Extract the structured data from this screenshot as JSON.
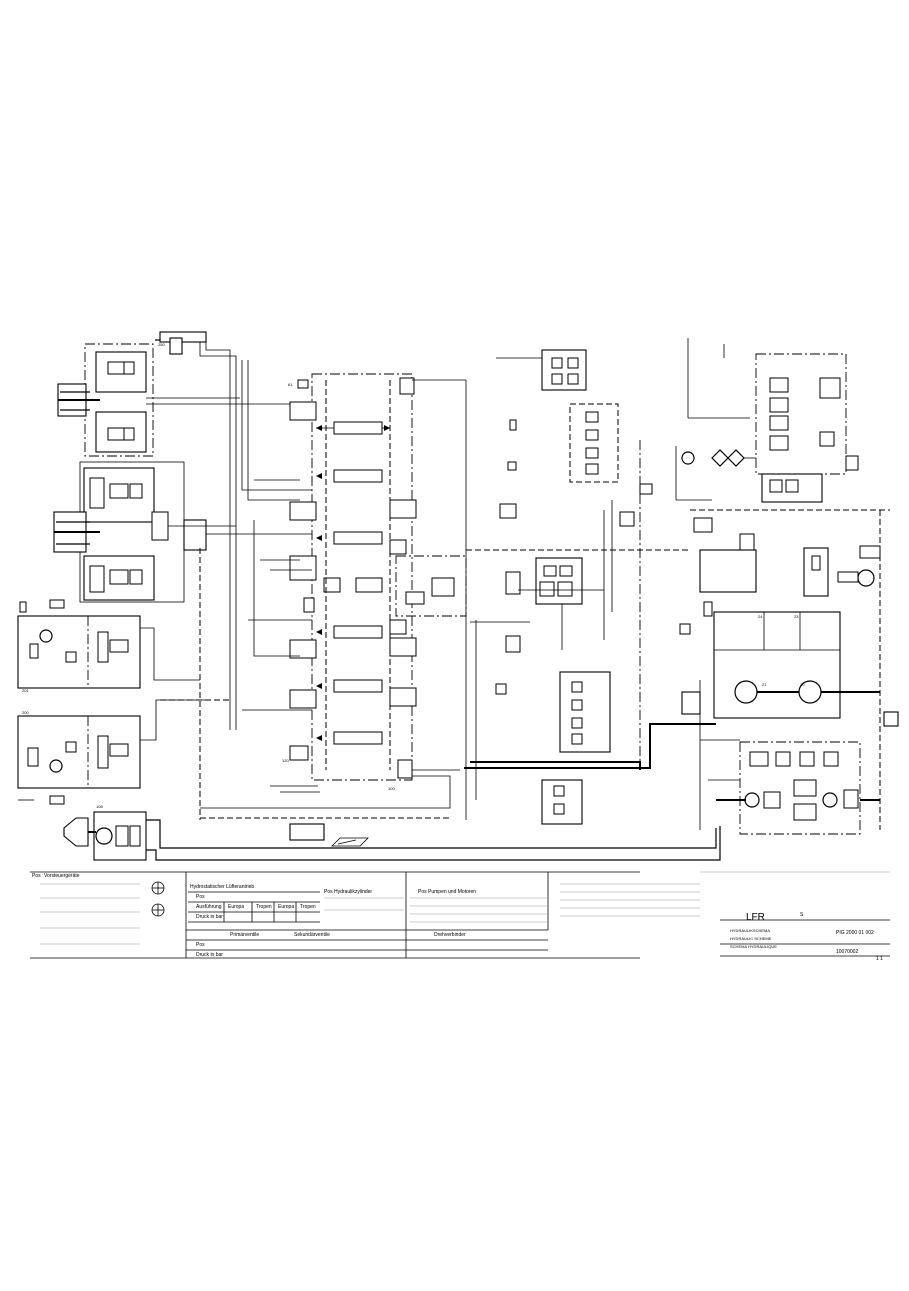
{
  "drawing": {
    "numbers": {
      "n250": "250",
      "n61": "61",
      "n120": "120",
      "n100": "100",
      "n201": "201",
      "n200": "200",
      "n108": "108",
      "n21": "21",
      "n20": "20",
      "n24": "24",
      "n23": "23"
    }
  },
  "legend": {
    "col1": {
      "pos": "Pos",
      "title": "Vorsteuergeräte"
    },
    "col2": {
      "title": "Hydrostatischer Lüfterantrieb",
      "pos": "Pos",
      "ausfuehrung": "Ausführung",
      "druck": "Druck in bar",
      "europa1": "Europa",
      "tropen1": "Tropen",
      "europa2": "Europa",
      "tropen2": "Tropen"
    },
    "col3": {
      "title": "Pos Hydraulikzylinder"
    },
    "col4": {
      "title": "Pos   Pumpen und Motoren"
    },
    "bottom": {
      "primaerventile": "Primärventile",
      "sekundaerventile": "Sekundärventile",
      "drehverbinder": "Drehverbinder",
      "pos": "Pos",
      "druck": "Druck in bar"
    }
  },
  "title_block": {
    "company": "LFR",
    "line1": "HYDRAULIKSCHEMA",
    "line2": "HYDRAULIC SCHEME",
    "line3": "SCHEMA HYDRAULIQUE",
    "drawing_no": "PIG 2000 01 002",
    "id_no": "10070002",
    "sheet": "1  1",
    "s_mark": "S"
  }
}
